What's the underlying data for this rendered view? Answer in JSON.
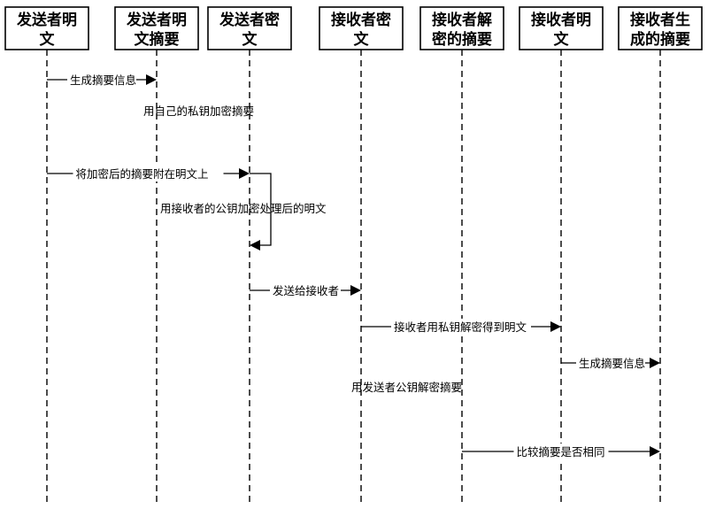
{
  "actors": [
    {
      "line1": "发送者明",
      "line2": "文"
    },
    {
      "line1": "发送者明",
      "line2": "文摘要"
    },
    {
      "line1": "发送者密",
      "line2": "文"
    },
    {
      "line1": "接收者密",
      "line2": "文"
    },
    {
      "line1": "接收者解",
      "line2": "密的摘要"
    },
    {
      "line1": "接收者明",
      "line2": "文"
    },
    {
      "line1": "接收者生",
      "line2": "成的摘要"
    }
  ],
  "messages": [
    {
      "from": 0,
      "to": 1,
      "text": "生成摘要信息"
    },
    {
      "from": 0,
      "to": 2,
      "text": "将加密后的摘要附在明文上"
    },
    {
      "from": 2,
      "to": 3,
      "text": "发送给接收者"
    },
    {
      "from": 3,
      "to": 5,
      "text": "接收者用私钥解密得到明文"
    },
    {
      "from": 5,
      "to": 6,
      "text": "生成摘要信息"
    },
    {
      "from": 4,
      "to": 6,
      "text": "比较摘要是否相同"
    }
  ],
  "self_message": {
    "actor": 2
  },
  "notes": [
    {
      "text": "用自己的私钥加密摘要"
    },
    {
      "text": "用接收者的公钥加密处理后的明文"
    },
    {
      "text": "用发送者公钥解密摘要"
    }
  ]
}
